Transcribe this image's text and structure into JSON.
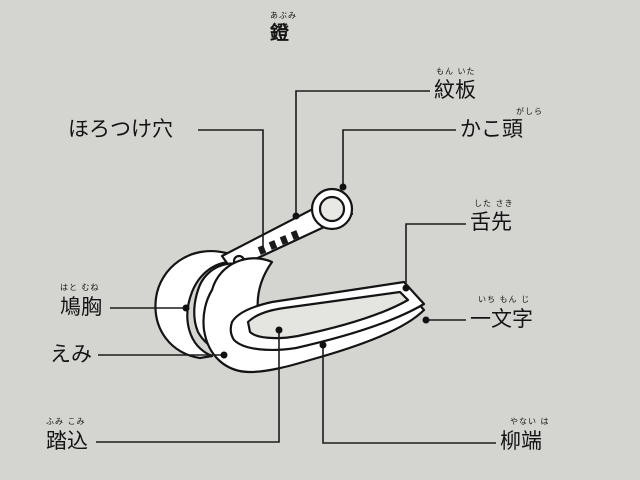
{
  "title": {
    "text": "鐙",
    "ruby": "あぶみ"
  },
  "labels": {
    "monita": {
      "text": "紋板",
      "ruby": "もん いた"
    },
    "kakogashira": {
      "text": "かこ頭",
      "ruby": "がしら"
    },
    "horotsukeana": {
      "text": "ほろつけ穴"
    },
    "shitasaki": {
      "text": "舌先",
      "ruby": "した さき"
    },
    "hatomune": {
      "text": "鳩胸",
      "ruby": "はと むね"
    },
    "ichimonji": {
      "text": "一文字",
      "ruby": "いち もん じ"
    },
    "emi": {
      "text": "えみ"
    },
    "fumikomi": {
      "text": "踏込",
      "ruby": "ふみ こみ"
    },
    "yanaihata": {
      "text": "柳端",
      "ruby": "やない は"
    }
  }
}
